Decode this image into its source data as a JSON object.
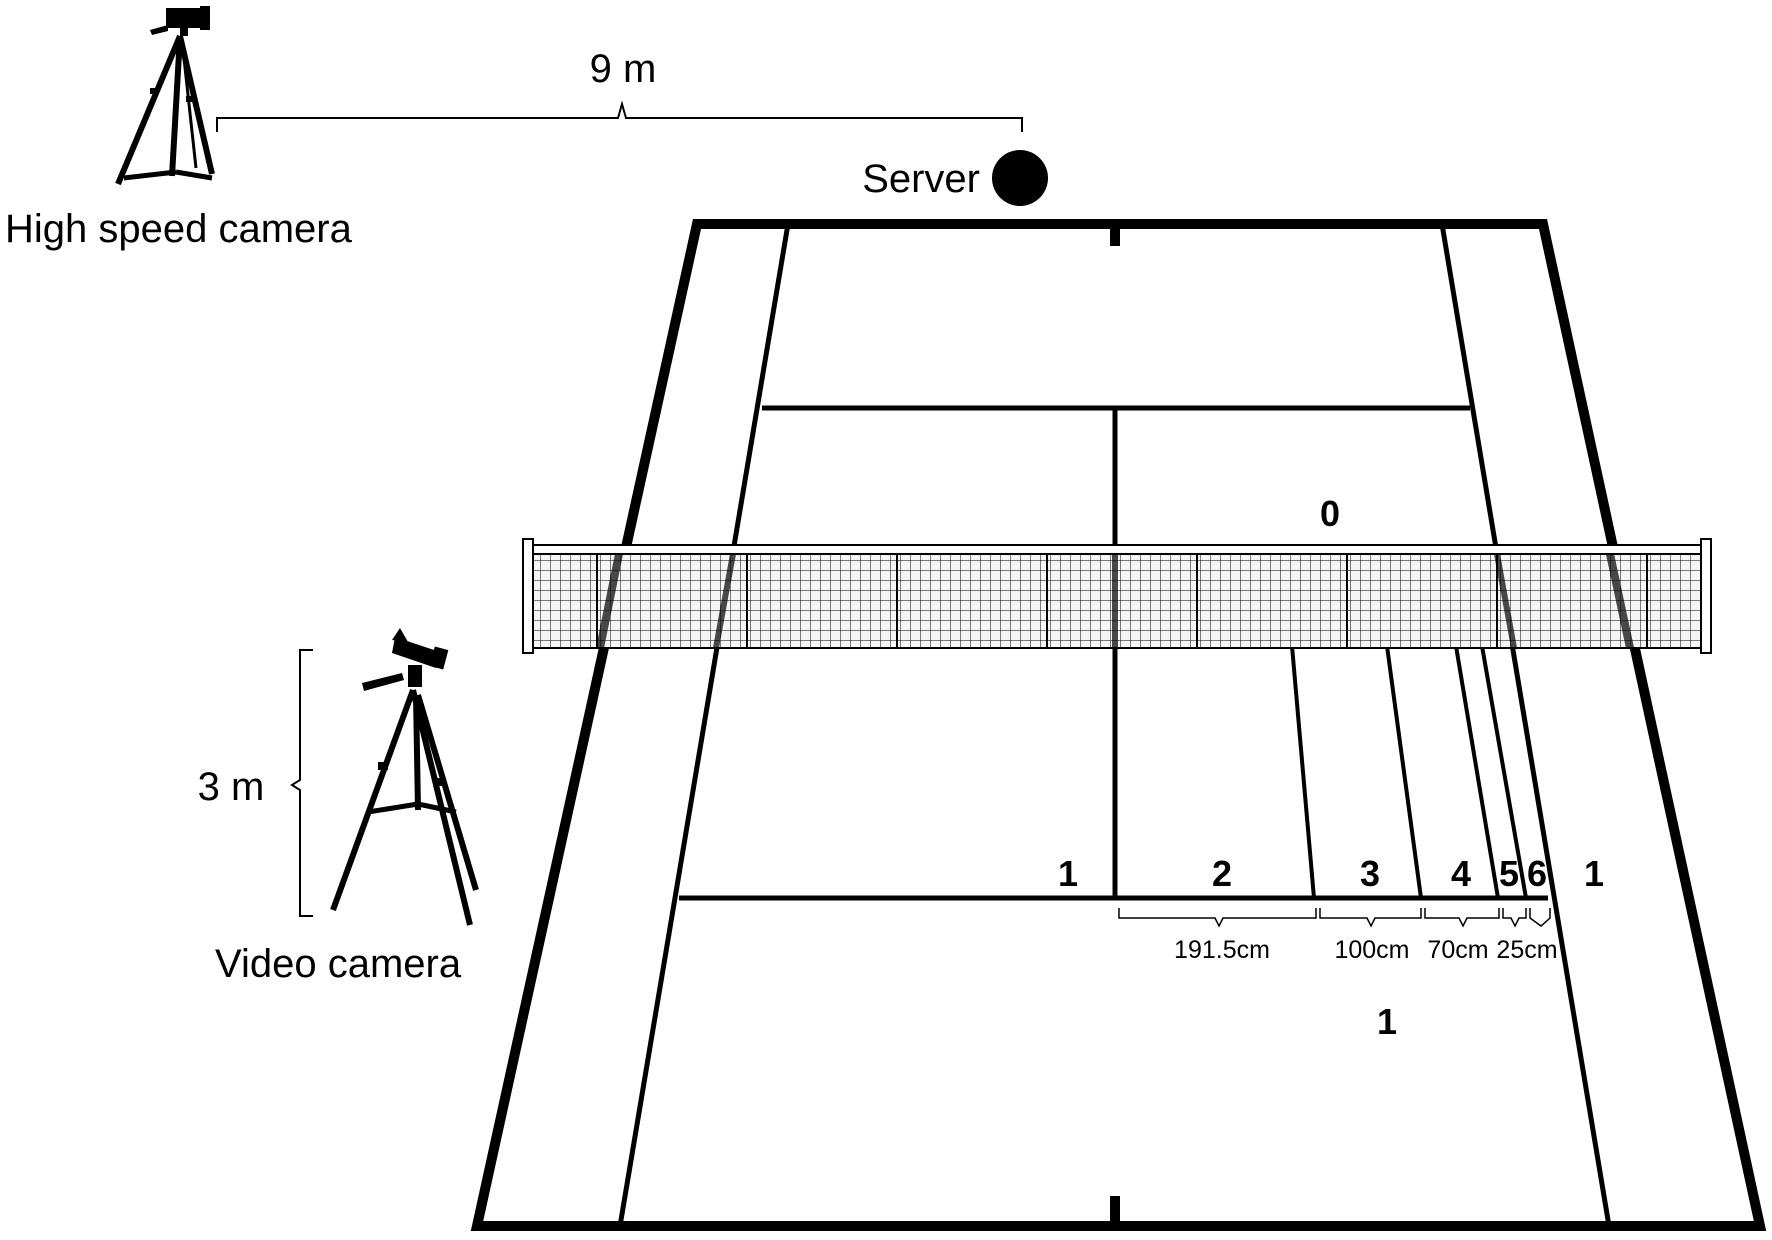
{
  "labels": {
    "high_speed_camera": "High speed camera",
    "video_camera": "Video camera",
    "server": "Server",
    "distance_horizontal": "9 m",
    "distance_vertical": "3 m"
  },
  "zones": {
    "net_zone": "0",
    "left_service_box": "1",
    "zone_2": "2",
    "zone_3": "3",
    "zone_4": "4",
    "zone_5": "5",
    "zone_6": "6",
    "right_of_zones": "1",
    "back_court": "1"
  },
  "measurements": {
    "zone_2_width": "191.5cm",
    "zone_3_width": "100cm",
    "zone_4_width": "70cm",
    "zone_5_width": "25cm"
  },
  "colors": {
    "ink": "#000000",
    "background": "#ffffff",
    "net_fill": "#f5f5f5"
  }
}
